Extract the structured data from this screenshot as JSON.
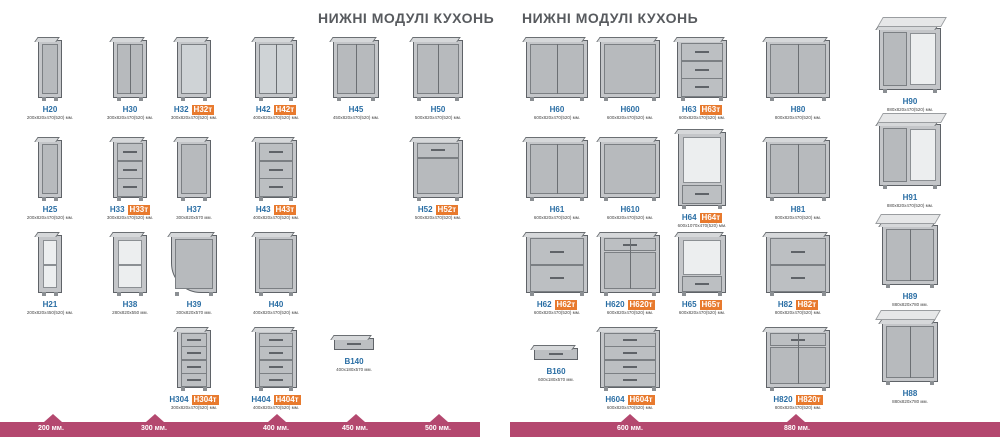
{
  "left_title": "НИЖНІ МОДУЛІ КУХОНЬ",
  "right_title": "НИЖНІ МОДУЛІ КУХОНЬ",
  "left_items": [
    {
      "name": "H20",
      "badge": "",
      "dim": "200х820х470(520) мм."
    },
    {
      "name": "H30",
      "badge": "",
      "dim": "300х820х470(520) мм."
    },
    {
      "name": "H32",
      "badge": "H32т",
      "dim": "300х820х470(520) мм."
    },
    {
      "name": "H42",
      "badge": "H42т",
      "dim": "400х820х470(520) мм."
    },
    {
      "name": "H45",
      "badge": "",
      "dim": "450х820х470(520) мм."
    },
    {
      "name": "H50",
      "badge": "",
      "dim": "500х820х470(520) мм."
    },
    {
      "name": "H25",
      "badge": "",
      "dim": "200х820х470(520) мм."
    },
    {
      "name": "H33",
      "badge": "H33т",
      "dim": "300х820х470(520) мм."
    },
    {
      "name": "H37",
      "badge": "",
      "dim": "300х820х570 мм."
    },
    {
      "name": "H43",
      "badge": "H43т",
      "dim": "400х820х470(520) мм."
    },
    {
      "name": "H52",
      "badge": "H52т",
      "dim": "500х820х470(520) мм."
    },
    {
      "name": "H21",
      "badge": "",
      "dim": "200х820х450(520) мм."
    },
    {
      "name": "H38",
      "badge": "",
      "dim": "280х820х550 мм."
    },
    {
      "name": "H39",
      "badge": "",
      "dim": "300х820х570 мм."
    },
    {
      "name": "H40",
      "badge": "",
      "dim": "400х820х470(520) мм."
    },
    {
      "name": "H304",
      "badge": "H304т",
      "dim": "300х820х470(520) мм."
    },
    {
      "name": "H404",
      "badge": "H404т",
      "dim": "400х820х470(520) мм."
    },
    {
      "name": "B140",
      "badge": "",
      "dim": "400х180х570 мм."
    }
  ],
  "right_items": [
    {
      "name": "H60",
      "badge": "",
      "dim": "600х820х470(520) мм."
    },
    {
      "name": "H600",
      "badge": "",
      "dim": "600х820х470(520) мм."
    },
    {
      "name": "H63",
      "badge": "H63т",
      "dim": "600х820х470(520) мм."
    },
    {
      "name": "H80",
      "badge": "",
      "dim": "800х820х470(520) мм."
    },
    {
      "name": "H90",
      "badge": "",
      "dim": "880х820х470(520) мм."
    },
    {
      "name": "H61",
      "badge": "",
      "dim": "600х820х470(520) мм."
    },
    {
      "name": "H610",
      "badge": "",
      "dim": "600х820х470(520) мм."
    },
    {
      "name": "H64",
      "badge": "H64т",
      "dim": "600х1070х470(520) мм."
    },
    {
      "name": "H81",
      "badge": "",
      "dim": "800х820х470(520) мм."
    },
    {
      "name": "H91",
      "badge": "",
      "dim": "880х820х470(520) мм."
    },
    {
      "name": "H62",
      "badge": "H62т",
      "dim": "600х820х470(520) мм."
    },
    {
      "name": "H620",
      "badge": "H620т",
      "dim": "600х820х470(520) мм."
    },
    {
      "name": "H65",
      "badge": "H65т",
      "dim": "600х820х470(520) мм."
    },
    {
      "name": "H82",
      "badge": "H82т",
      "dim": "800х820х470(520) мм."
    },
    {
      "name": "H89",
      "badge": "",
      "dim": "880х820х780 мм."
    },
    {
      "name": "B160",
      "badge": "",
      "dim": "600х180х570 мм."
    },
    {
      "name": "H604",
      "badge": "H604т",
      "dim": "600х820х470(520) мм."
    },
    {
      "name": "H820",
      "badge": "H820т",
      "dim": "800х820х470(520) мм."
    },
    {
      "name": "H88",
      "badge": "",
      "dim": "880х820х780 мм."
    }
  ],
  "left_widths": [
    "200 мм.",
    "300 мм.",
    "400 мм.",
    "450 мм.",
    "500 мм."
  ],
  "right_widths": [
    "600 мм.",
    "880 мм."
  ],
  "colors": {
    "accent_bar": "#b4486f",
    "badge": "#e87a2e",
    "model_name": "#2a6ea4",
    "title": "#575a5e"
  }
}
